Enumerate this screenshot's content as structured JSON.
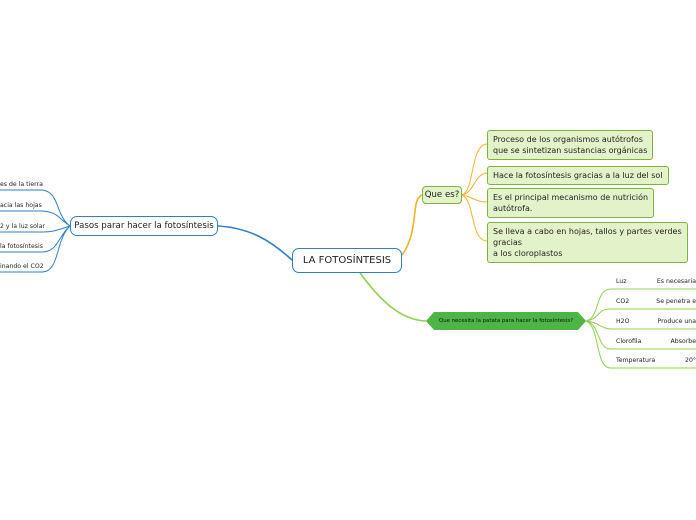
{
  "central_topic": "LA FOTOSÍNTESIS",
  "left_branch": {
    "label": "Pasos parar hacer la fotosíntesis",
    "items": [
      "es de la tierra",
      "acia las hojas",
      "2 y la luz solar",
      "la fotosíntesis",
      "inando el CO2"
    ]
  },
  "que_es": {
    "label": "Que es?",
    "items": [
      [
        "Proceso  de los organismos autótrofos",
        "que se sintetizan sustancias orgánicas"
      ],
      [
        "Hace la fotosíntesis gracias a la luz del sol"
      ],
      [
        "Es el principal mecanismo de nutrición",
        "autótrofa."
      ],
      [
        "Se lleva a cabo en hojas, tallos y partes verdes",
        "gracias",
        "a los cloroplastos"
      ]
    ]
  },
  "necesita": {
    "label": "Que necesita la patata para hacer la fotosíntesis?",
    "rows": [
      {
        "name": "Luz",
        "value": "Es necesaria"
      },
      {
        "name": "CO2",
        "value": "Se penetra e"
      },
      {
        "name": "H2O",
        "value": "Produce una"
      },
      {
        "name": "Clorofila",
        "value": "Absorbe"
      },
      {
        "name": "Temperatura",
        "value": "20°"
      }
    ]
  },
  "colors": {
    "main_border": "#2f7fc2",
    "que_es_line": "#f0b429",
    "green_line": "#8fd14f",
    "hex_fill": "#4db446",
    "box_fill": "#e3f3c9",
    "box_border": "#7fb23f"
  }
}
